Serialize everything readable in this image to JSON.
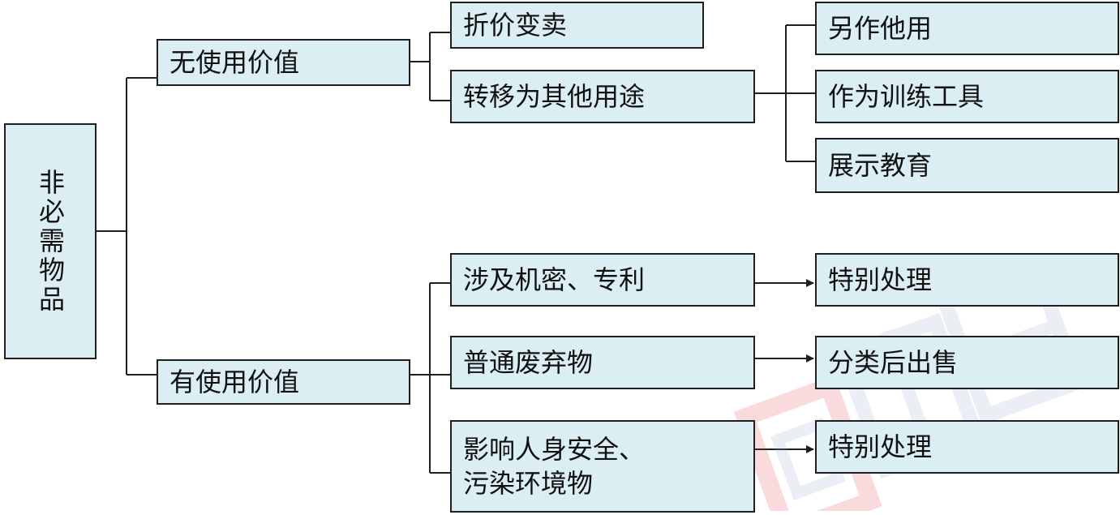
{
  "root": {
    "label": "非必需物品"
  },
  "branches": [
    {
      "label": "无使用价值",
      "children": [
        {
          "label": "折价变卖"
        },
        {
          "label": "转移为其他用途",
          "children": [
            "另作他用",
            "作为训练工具",
            "展示教育"
          ]
        }
      ]
    },
    {
      "label": "有使用价值",
      "children": [
        {
          "label": "涉及机密、专利",
          "result": "特别处理"
        },
        {
          "label": "普通废弃物",
          "result": "分类后出售"
        },
        {
          "lines": [
            "影响人身安全、",
            "污染环境物"
          ],
          "result": "特别处理"
        }
      ]
    }
  ],
  "colors": {
    "box_fill": "#daeef3",
    "line": "#1f1f1f",
    "watermark": "#e23b4a"
  }
}
